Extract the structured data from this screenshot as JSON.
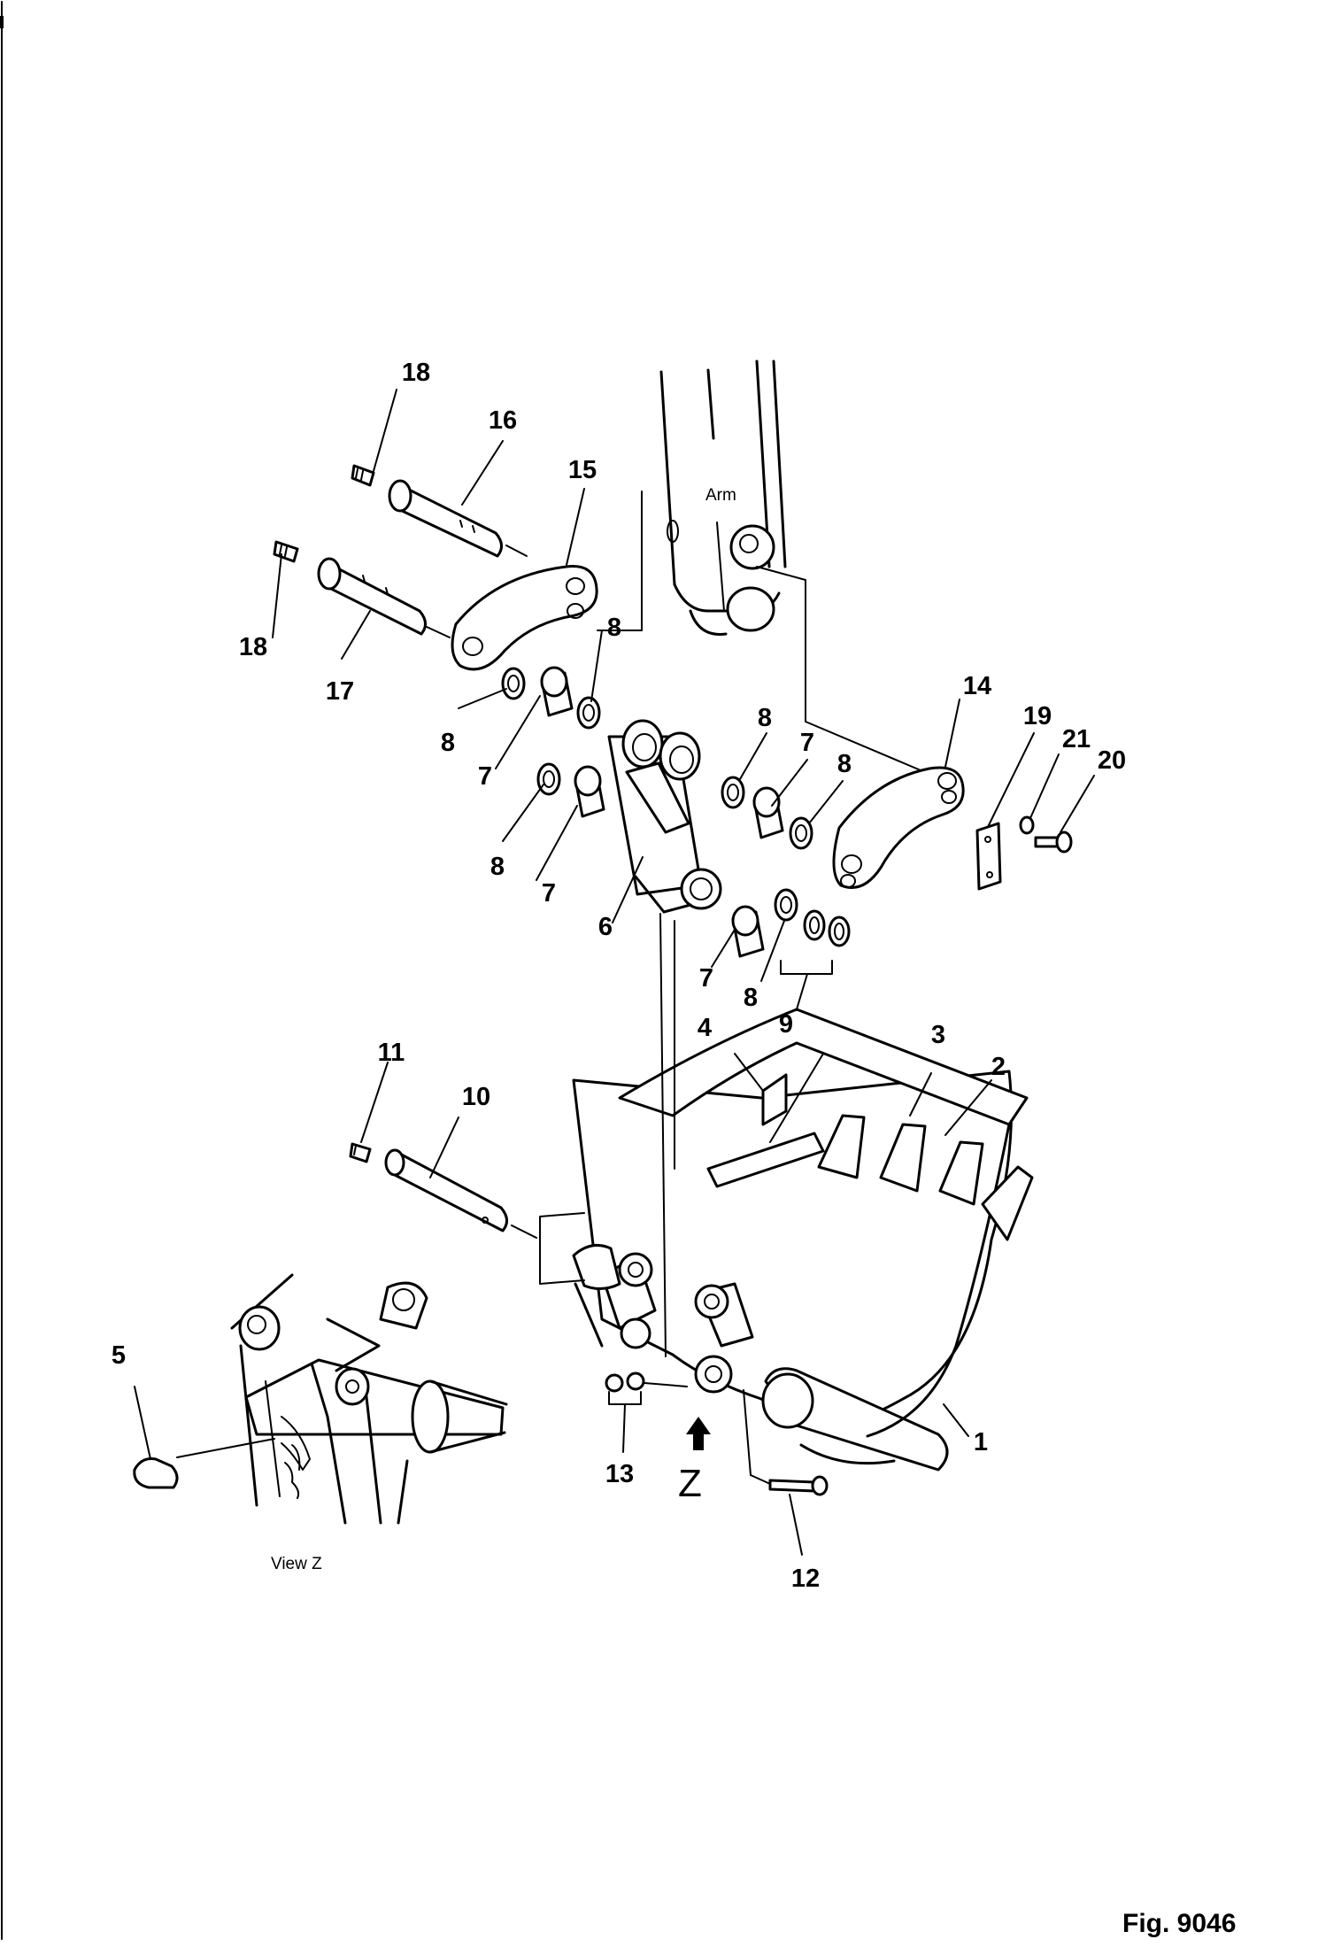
{
  "figure": {
    "number_label": "Fig. 9046",
    "arm_label": "Arm",
    "view_label": "View Z",
    "view_marker": "Z"
  },
  "callouts": {
    "c1": "1",
    "c2": "2",
    "c3": "3",
    "c4": "4",
    "c5": "5",
    "c6": "6",
    "c7a": "7",
    "c7b": "7",
    "c7c": "7",
    "c7d": "7",
    "c8a": "8",
    "c8b": "8",
    "c8c": "8",
    "c8d": "8",
    "c8e": "8",
    "c8f": "8",
    "c9": "9",
    "c10": "10",
    "c11": "11",
    "c12": "12",
    "c13": "13",
    "c14": "14",
    "c15": "15",
    "c16": "16",
    "c17": "17",
    "c18a": "18",
    "c18b": "18",
    "c19": "19",
    "c20": "20",
    "c21": "21"
  }
}
